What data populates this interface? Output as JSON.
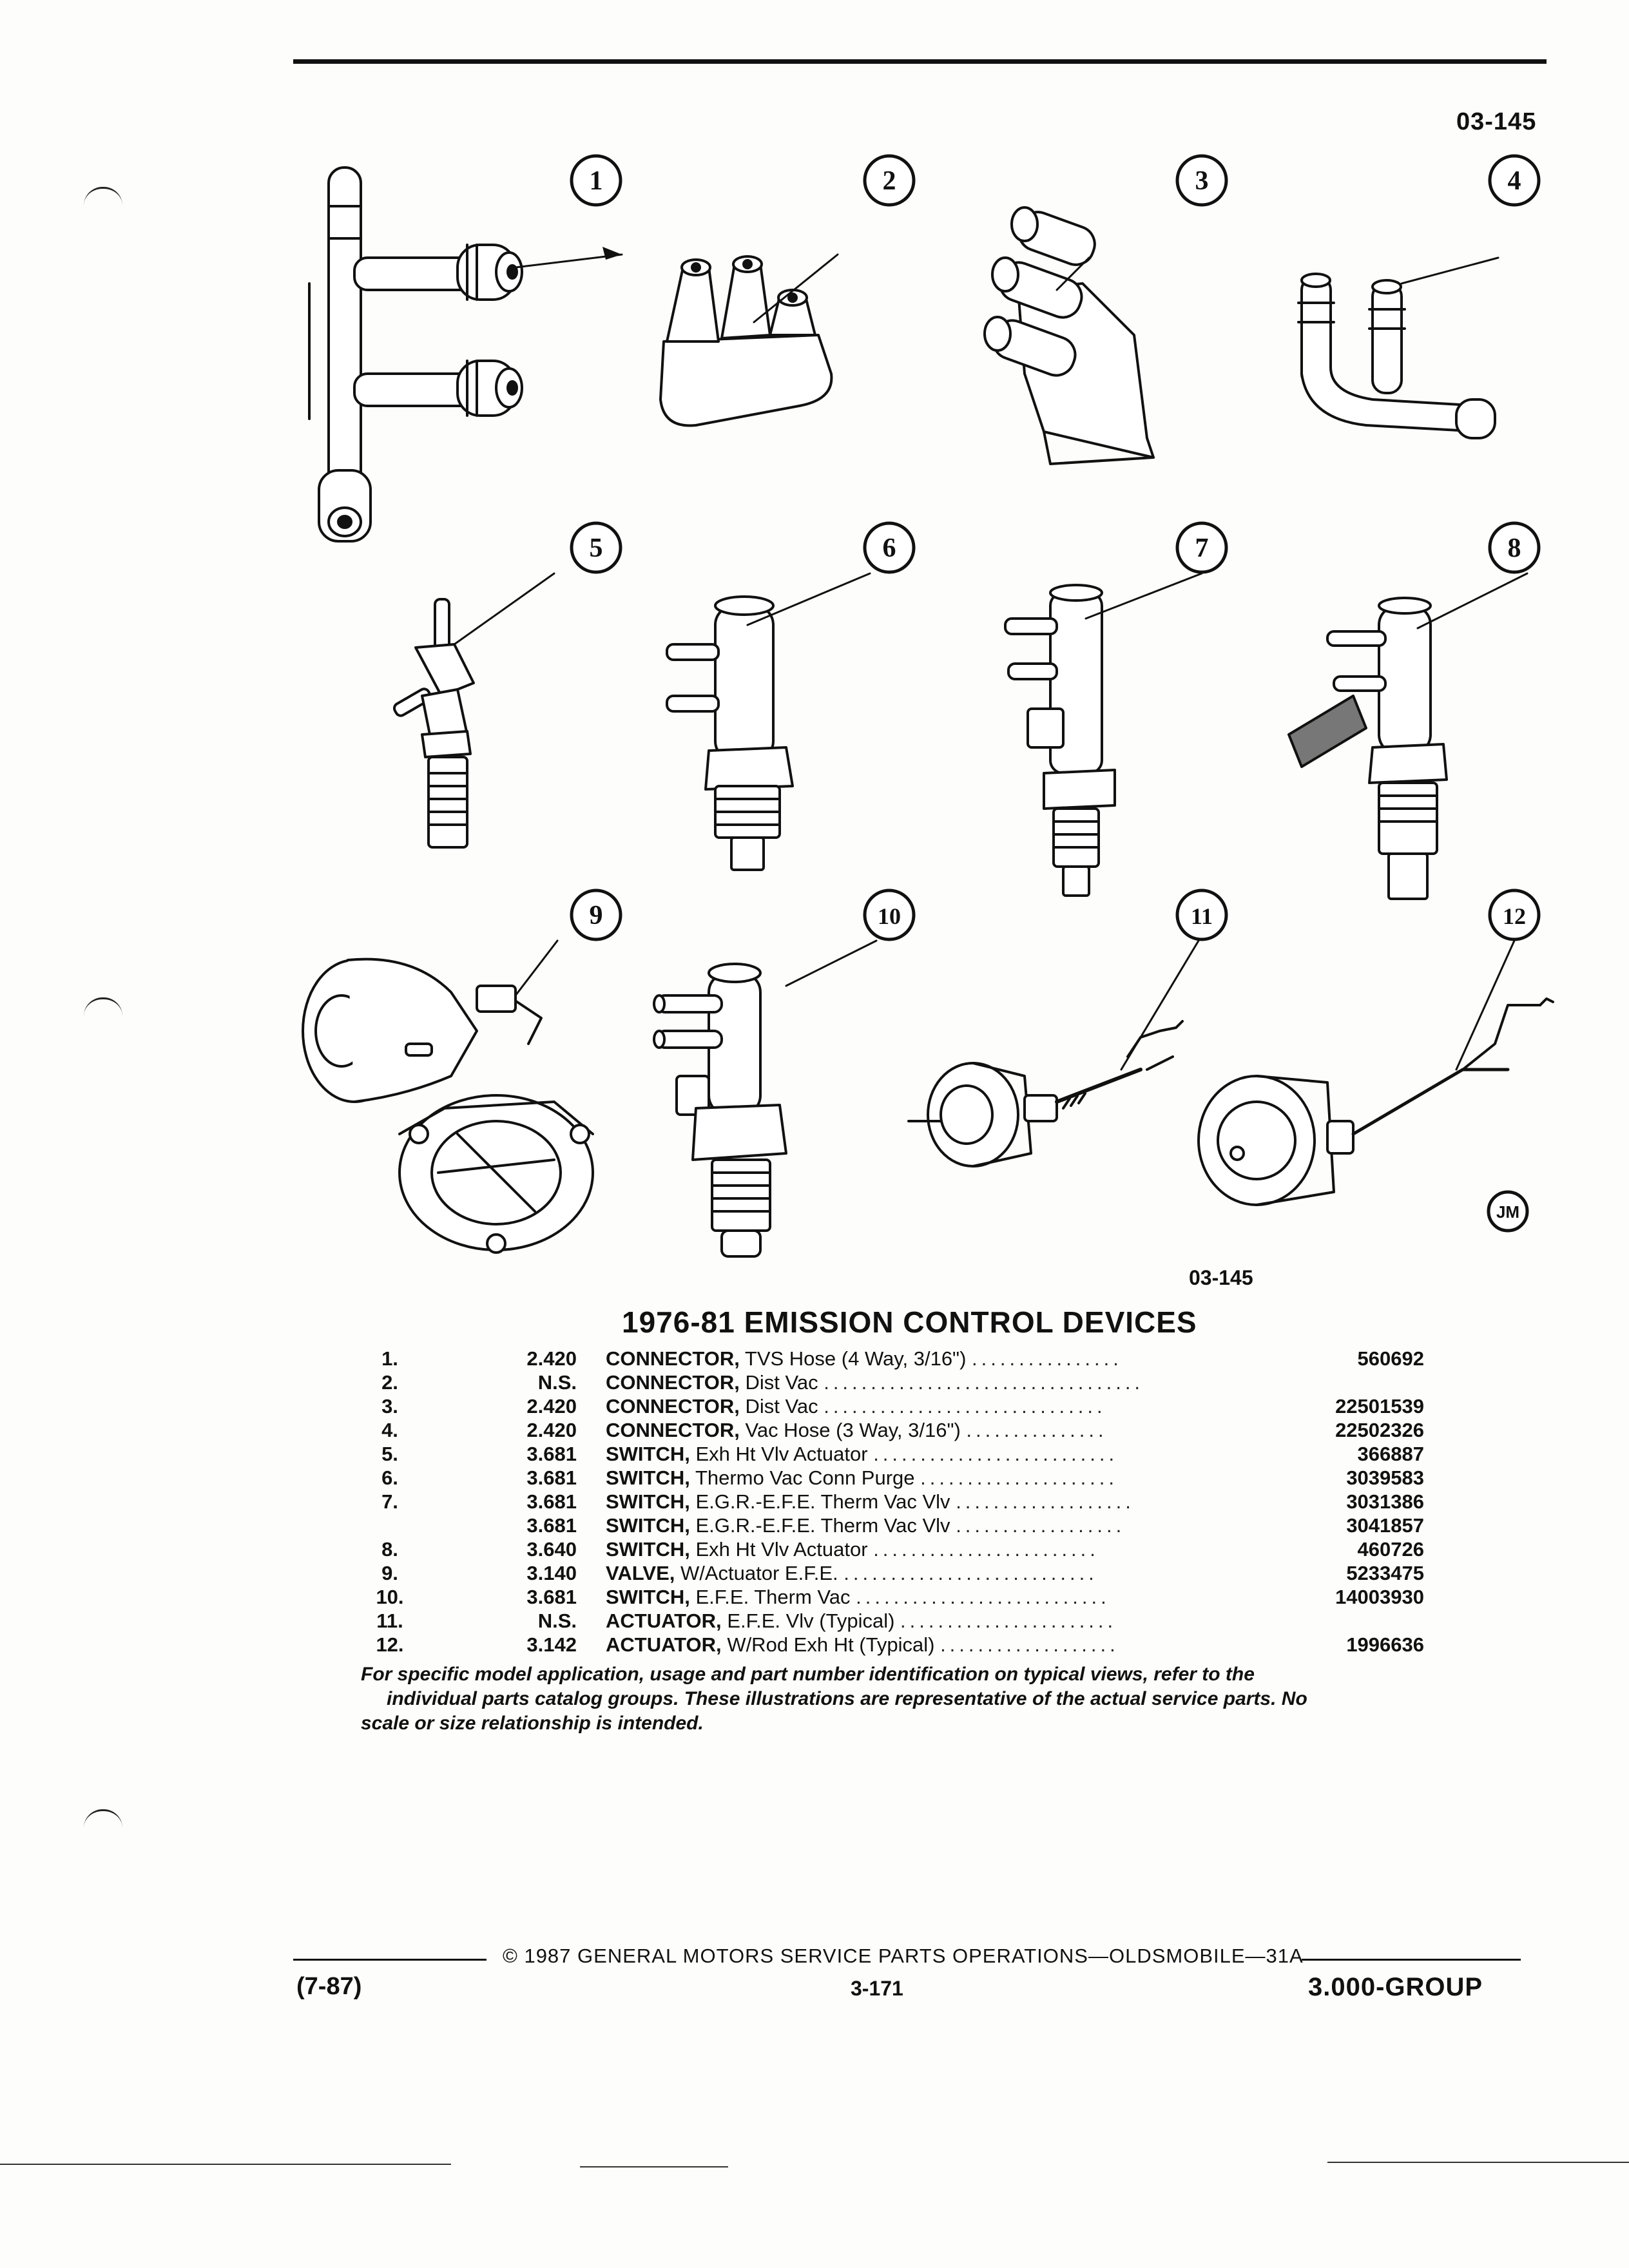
{
  "page_code_top": "03-145",
  "figure_code": "03-145",
  "logo_text": "JM",
  "title": "1976-81 EMISSION CONTROL DEVICES",
  "items": [
    {
      "no": "1.",
      "group": "2.420",
      "name": "CONNECTOR,",
      "desc": "TVS Hose (4 Way, 3/16\")",
      "dots": "................",
      "part": "560692"
    },
    {
      "no": "2.",
      "group": "N.S.",
      "name": "CONNECTOR,",
      "desc": "Dist Vac",
      "dots": "..................................",
      "part": ""
    },
    {
      "no": "3.",
      "group": "2.420",
      "name": "CONNECTOR,",
      "desc": "Dist Vac",
      "dots": "..............................",
      "part": "22501539"
    },
    {
      "no": "4.",
      "group": "2.420",
      "name": "CONNECTOR,",
      "desc": "Vac Hose (3 Way, 3/16\")",
      "dots": "...............",
      "part": "22502326"
    },
    {
      "no": "5.",
      "group": "3.681",
      "name": "SWITCH,",
      "desc": "Exh Ht Vlv Actuator",
      "dots": "..........................",
      "part": "366887"
    },
    {
      "no": "6.",
      "group": "3.681",
      "name": "SWITCH,",
      "desc": "Thermo Vac Conn Purge",
      "dots": ".....................",
      "part": "3039583"
    },
    {
      "no": "7.",
      "group": "3.681",
      "name": "SWITCH,",
      "desc": "E.G.R.-E.F.E. Therm Vac Vlv",
      "dots": "...................",
      "part": "3031386"
    },
    {
      "no": "",
      "group": "3.681",
      "name": "SWITCH,",
      "desc": "E.G.R.-E.F.E. Therm Vac Vlv",
      "dots": "..................",
      "part": "3041857"
    },
    {
      "no": "8.",
      "group": "3.640",
      "name": "SWITCH,",
      "desc": "Exh Ht Vlv Actuator",
      "dots": "........................",
      "part": "460726"
    },
    {
      "no": "9.",
      "group": "3.140",
      "name": "VALVE,",
      "desc": "W/Actuator E.F.E.",
      "dots": "...........................",
      "part": "5233475"
    },
    {
      "no": "10.",
      "group": "3.681",
      "name": "SWITCH,",
      "desc": "E.F.E. Therm Vac",
      "dots": "...........................",
      "part": "14003930"
    },
    {
      "no": "11.",
      "group": "N.S.",
      "name": "ACTUATOR,",
      "desc": "E.F.E. Vlv (Typical)",
      "dots": ".......................",
      "part": ""
    },
    {
      "no": "12.",
      "group": "3.142",
      "name": "ACTUATOR,",
      "desc": "W/Rod Exh Ht (Typical)",
      "dots": "...................",
      "part": "1996636"
    }
  ],
  "note_line1": "For specific model application, usage and part number identification on typical views, refer to the",
  "note_line2": "individual parts catalog groups. These illustrations are representative of the actual service parts. No",
  "note_line3": "scale or size relationship is intended.",
  "footer_copyright": "© 1987 GENERAL MOTORS SERVICE PARTS OPERATIONS—OLDSMOBILE—31A",
  "footer_date": "(7-87)",
  "footer_page": "3-171",
  "footer_group": "3.000-GROUP",
  "callouts": [
    "1",
    "2",
    "3",
    "4",
    "5",
    "6",
    "7",
    "8",
    "9",
    "10",
    "11",
    "12"
  ]
}
